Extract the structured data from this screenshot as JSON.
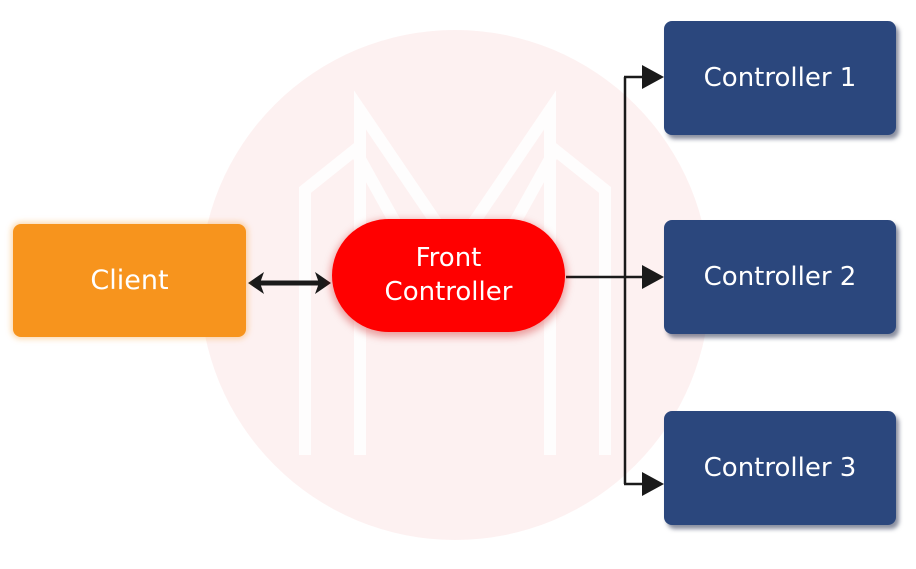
{
  "diagram": {
    "nodes": {
      "client": "Client",
      "front_controller_line1": "Front",
      "front_controller_line2": "Controller",
      "controller_1": "Controller 1",
      "controller_2": "Controller 2",
      "controller_3": "Controller 3"
    },
    "edges": [
      {
        "from": "Client",
        "to": "Front Controller",
        "type": "bidirectional"
      },
      {
        "from": "Front Controller",
        "to": "Controller 1",
        "type": "directed"
      },
      {
        "from": "Front Controller",
        "to": "Controller 2",
        "type": "directed"
      },
      {
        "from": "Front Controller",
        "to": "Controller 3",
        "type": "directed"
      }
    ],
    "colors": {
      "client": "#f7941d",
      "front_controller": "#ff0000",
      "controller": "#2b477d",
      "arrow": "#1a1a1a",
      "watermark": "#fdf1f1"
    }
  }
}
